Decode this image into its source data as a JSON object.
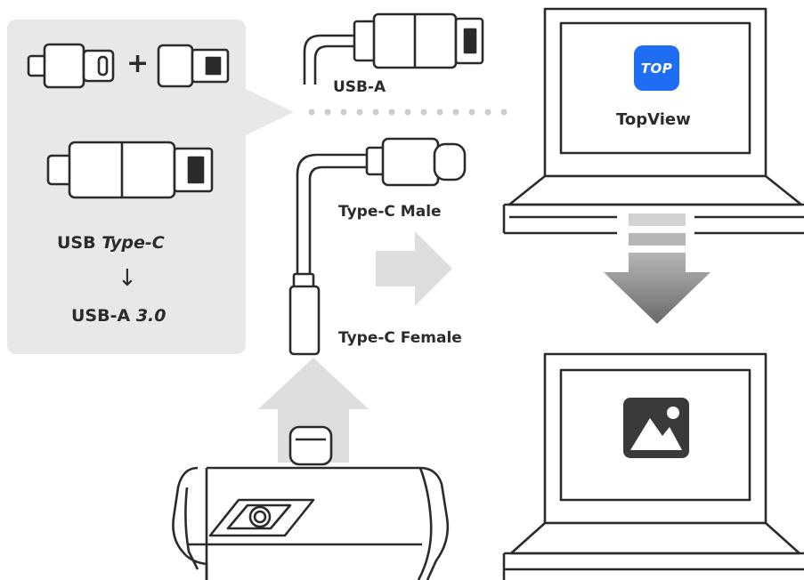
{
  "panel": {
    "plus_symbol": "+",
    "line1_plain": "USB ",
    "line1_italic": "Type-C",
    "arrow_symbol": "↓",
    "line2_plain": "USB-A ",
    "line2_italic": "3.0"
  },
  "labels": {
    "usb_a": "USB-A",
    "type_c_male": "Type-C Male",
    "type_c_female": "Type-C Female"
  },
  "app": {
    "badge_text": "TOP",
    "name": "TopView",
    "badge_color": "#1f6df2"
  },
  "icons": [
    "usb-a-plug-icon",
    "type-c-plug-icon",
    "adapter-icon",
    "laptop-icon",
    "image-icon",
    "thermal-camera-icon",
    "arrow-up-icon",
    "arrow-right-icon",
    "arrow-down-icon"
  ],
  "colors": {
    "panel_bg": "#e8e8e6",
    "stroke": "#2b2b2b",
    "arrow_gray": "#d9d9d9",
    "dark_arrow": "#7a7a7a"
  }
}
